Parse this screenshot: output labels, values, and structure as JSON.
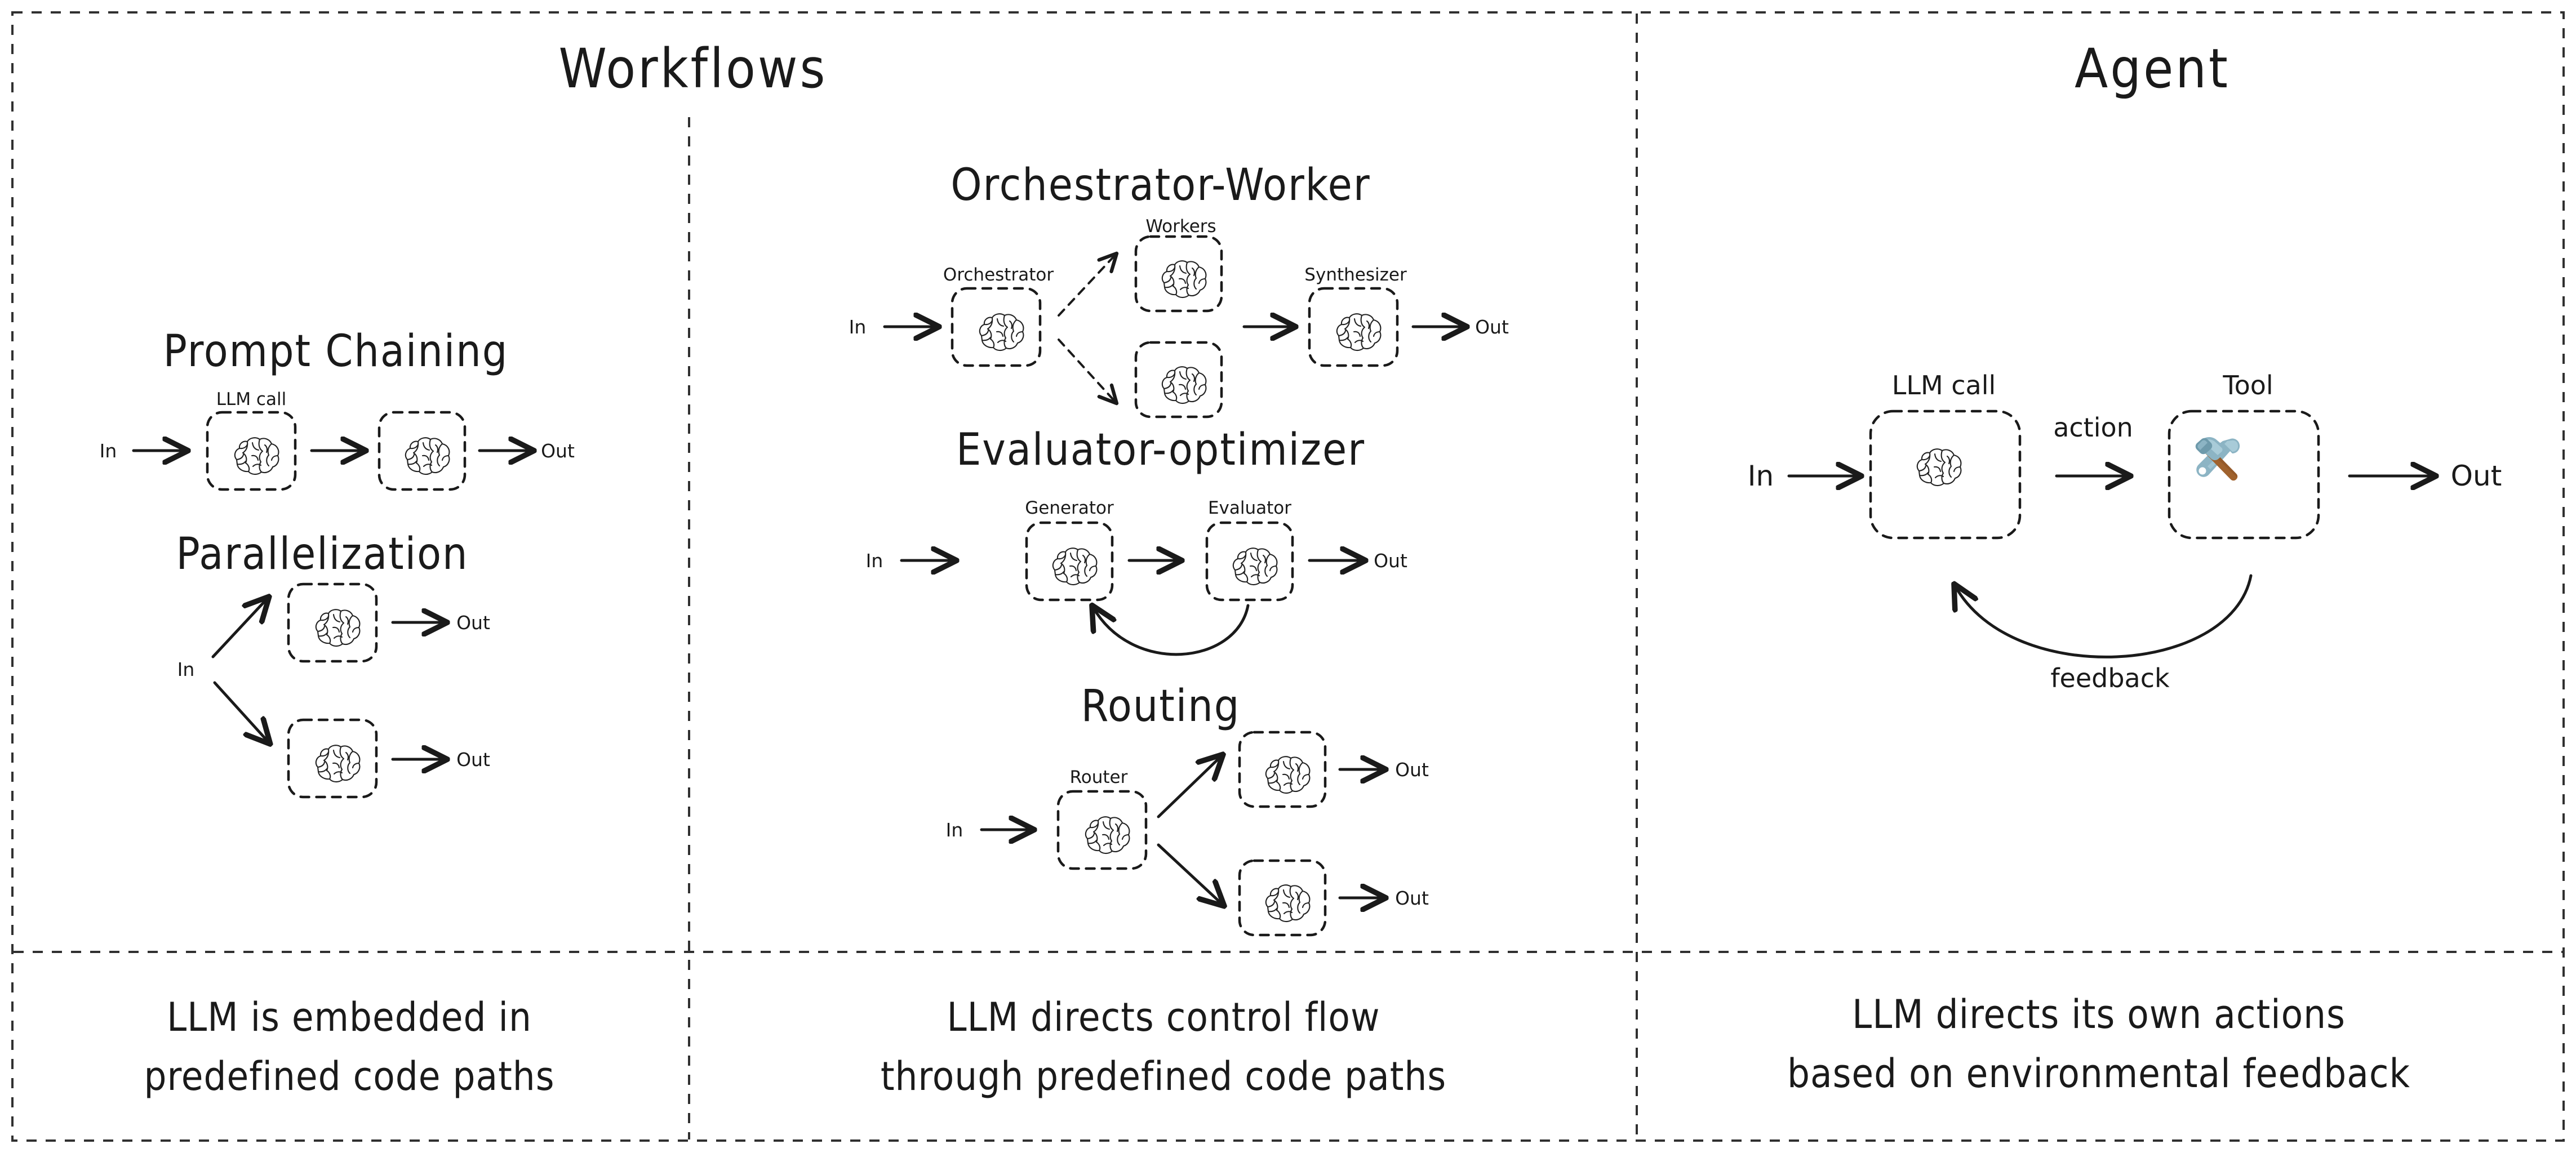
{
  "columns": [
    {
      "id": "workflows-left",
      "header": "Workflows",
      "caption_line1": "LLM is embedded in",
      "caption_line2": "predefined code paths"
    },
    {
      "id": "workflows-right",
      "header": "",
      "caption_line1": "LLM directs control flow",
      "caption_line2": "through predefined code paths"
    },
    {
      "id": "agent",
      "header": "Agent",
      "caption_line1": "LLM directs its own actions",
      "caption_line2": "based on environmental feedback"
    }
  ],
  "headers": {
    "workflows": "Workflows",
    "agent": "Agent"
  },
  "patterns": {
    "prompt_chaining": {
      "title": "Prompt Chaining",
      "input": "In",
      "output": "Out",
      "node_label": "LLM call",
      "nodes": [
        "brain-icon",
        "brain-icon"
      ]
    },
    "parallelization": {
      "title": "Parallelization",
      "input": "In",
      "output_top": "Out",
      "output_bottom": "Out",
      "nodes": [
        "brain-icon",
        "brain-icon"
      ]
    },
    "orchestrator_worker": {
      "title": "Orchestrator-Worker",
      "input": "In",
      "output": "Out",
      "label_orchestrator": "Orchestrator",
      "label_workers": "Workers",
      "label_synthesizer": "Synthesizer",
      "nodes": [
        "brain-icon",
        "brain-icon",
        "brain-icon",
        "brain-icon"
      ]
    },
    "evaluator_optimizer": {
      "title": "Evaluator-optimizer",
      "input": "In",
      "output": "Out",
      "label_generator": "Generator",
      "label_evaluator": "Evaluator",
      "nodes": [
        "brain-icon",
        "brain-icon"
      ]
    },
    "routing": {
      "title": "Routing",
      "input": "In",
      "output_top": "Out",
      "output_bottom": "Out",
      "label_router": "Router",
      "nodes": [
        "brain-icon",
        "brain-icon",
        "brain-icon"
      ]
    },
    "agent": {
      "input": "In",
      "output": "Out",
      "label_llm_call": "LLM call",
      "label_tool": "Tool",
      "label_action": "action",
      "label_feedback": "feedback",
      "nodes": [
        "brain-icon",
        "tools-icon"
      ]
    }
  },
  "colors": {
    "ink": "#1a1a1a",
    "border": "#303030",
    "background": "#ffffff",
    "tool_metal": "#8cb4c4",
    "tool_metal_light": "#a8cbd8",
    "tool_metal_dark": "#6e9aab",
    "tool_handle": "#a0622d",
    "tool_handle_dark": "#8a5226"
  }
}
